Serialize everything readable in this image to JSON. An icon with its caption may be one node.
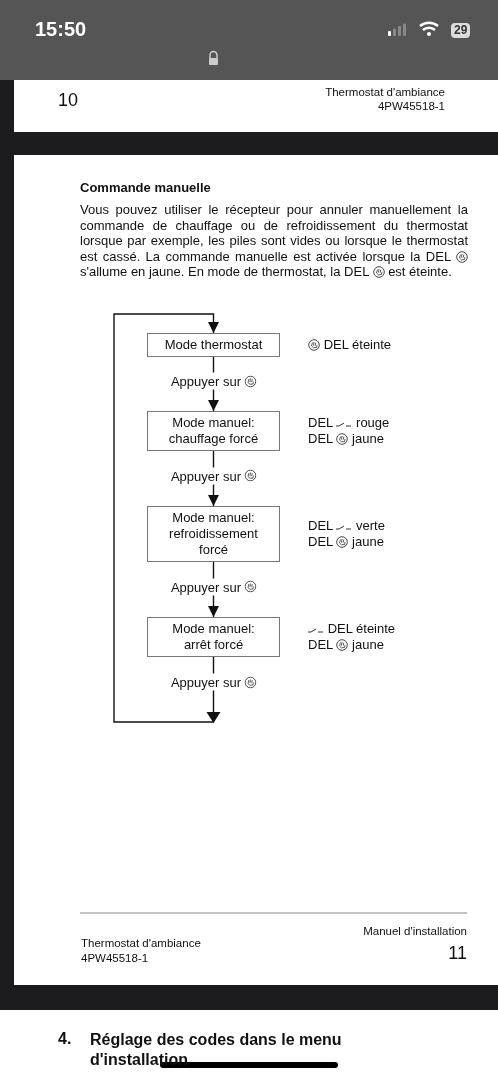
{
  "diagram": {
    "title": "Commande manuelle",
    "nodes": [
      {
        "text": [
          "Mode thermostat"
        ],
        "beside": [
          "DEL éteinte"
        ]
      },
      {
        "text": [
          "Mode manuel: chauffage forcé"
        ],
        "beside": [
          "DEL",
          "rouge",
          "DEL",
          "jaune"
        ]
      },
      {
        "text": [
          "Mode manuel: refroidissement forcé"
        ],
        "beside": [
          "DEL",
          "verte",
          "DEL",
          "jaune"
        ]
      },
      {
        "text": [
          "Mode manuel: arrêt forcé"
        ],
        "beside": [
          "DEL éteinte",
          "DEL",
          "jaune"
        ]
      }
    ],
    "edges": [
      {
        "from": 0,
        "to": 1,
        "arrow": "to",
        "label": "Appuyer sur"
      },
      {
        "from": 1,
        "to": 2,
        "arrow": "to",
        "label": "Appuyer sur"
      },
      {
        "from": 2,
        "to": 3,
        "arrow": "to",
        "label": "Appuyer sur"
      },
      {
        "from": 3,
        "to": 0,
        "arrow": "to",
        "label": "Appuyer sur"
      }
    ],
    "labels": [
      "15:50",
      "29",
      "10",
      "Thermostat d'ambiance",
      "4PW45518-1",
      "Vous pouvez utiliser le récepteur pour annuler manuellement la commande de chauffage ou de refroidissement du thermostat lorsque par exemple, les piles sont vides ou lorsque le thermostat est cassé. La commande manuelle est activée lorsque la DEL",
      "s'allume en jaune. En mode de thermostat, la DEL",
      "est éteinte.",
      "Thermostat d'ambiance",
      "4PW45518-1",
      "Manuel d'installation",
      "11",
      "4.",
      "Réglage des codes dans le menu d'installation"
    ]
  }
}
